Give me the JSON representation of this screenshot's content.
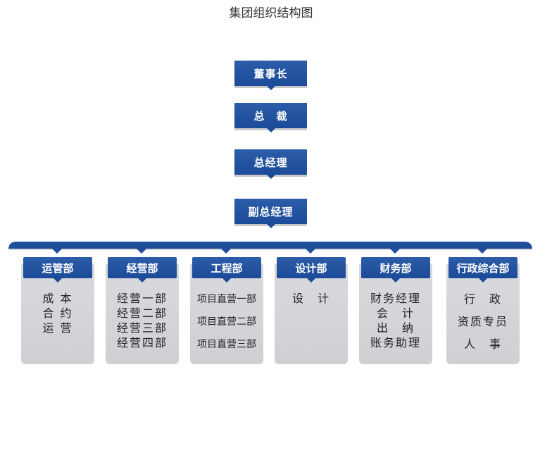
{
  "title": "集团组织结构图",
  "executives": [
    "董事长",
    "总　裁",
    "总经理",
    "副总经理"
  ],
  "departments": [
    {
      "name": "运管部",
      "items": [
        "成 本",
        "合 约",
        "运 营"
      ]
    },
    {
      "name": "经营部",
      "items": [
        "经营一部",
        "经营二部",
        "经营三部",
        "经营四部"
      ]
    },
    {
      "name": "工程部",
      "items": [
        "项目直营一部",
        "项目直营二部",
        "项目直营三部"
      ]
    },
    {
      "name": "设计部",
      "items": [
        "设　计"
      ]
    },
    {
      "name": "财务部",
      "items": [
        "财务经理",
        "会　计",
        "出　纳",
        "账务助理"
      ]
    },
    {
      "name": "行政综合部",
      "items": [
        "行　政",
        "资质专员",
        "人　事"
      ]
    }
  ],
  "colors": {
    "header_blue": "#1b4b99",
    "card_gray": "#d4d5d8"
  }
}
